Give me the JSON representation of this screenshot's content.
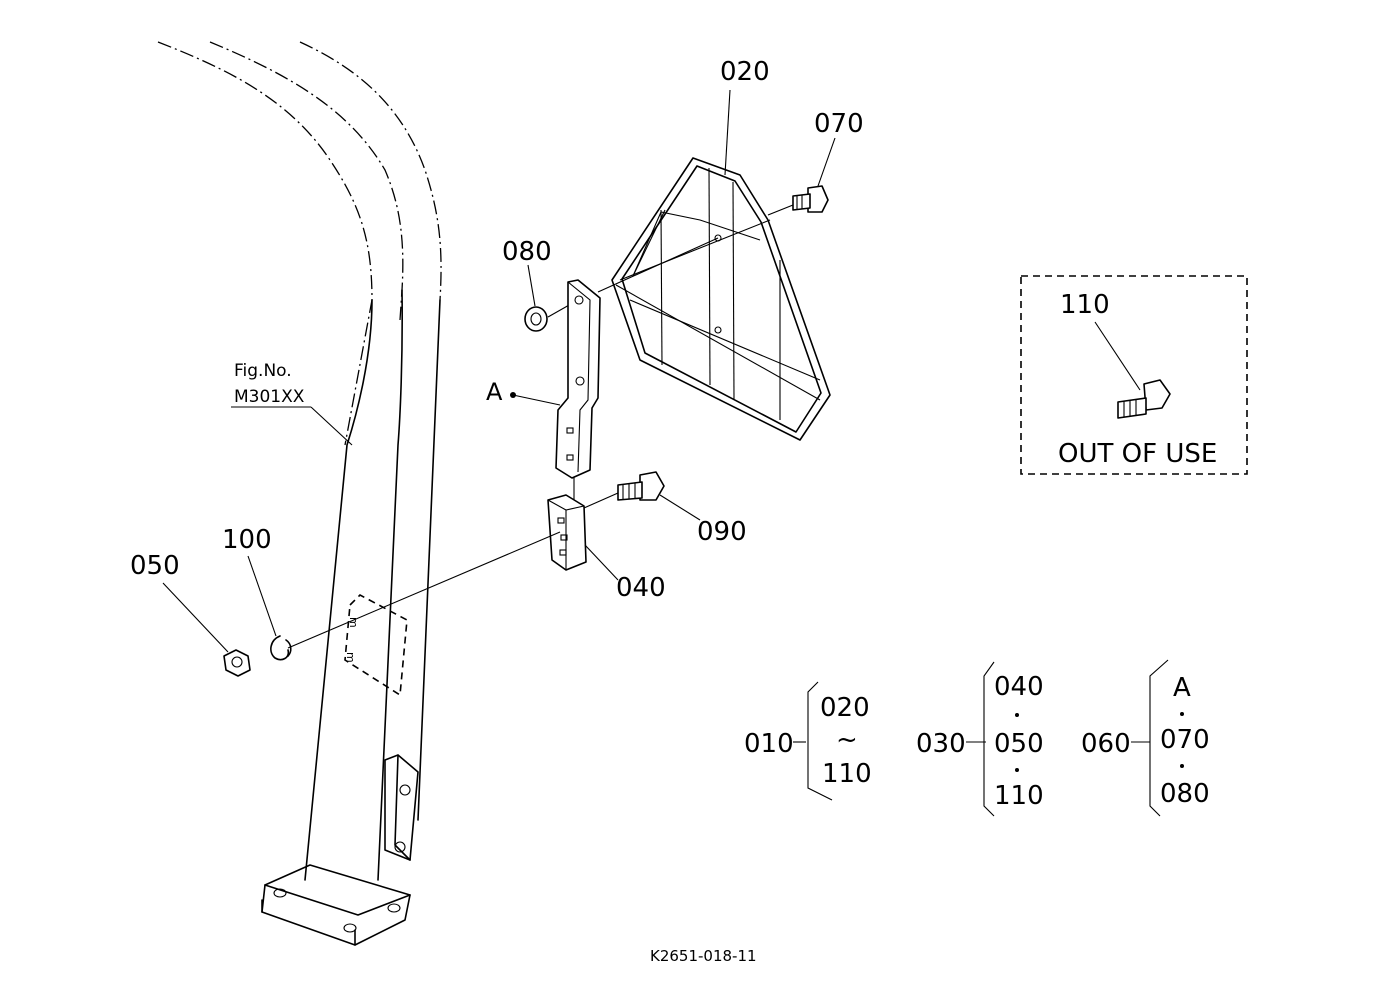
{
  "parts": {
    "p020": "020",
    "p070": "070",
    "p080": "080",
    "p110_box": "110",
    "out_of_use": "OUT OF USE",
    "p090": "090",
    "p040": "040",
    "p100": "100",
    "p050": "050",
    "point_a": "A"
  },
  "fig_ref": {
    "label": "Fig.No.",
    "number": "M301XX"
  },
  "groups": {
    "g010": {
      "id": "010",
      "top": "020",
      "sep": "~",
      "bottom": "110"
    },
    "g030": {
      "id": "030",
      "top": "040",
      "mid": "050",
      "bottom": "110"
    },
    "g060": {
      "id": "060",
      "top": "A",
      "mid": "070",
      "bottom": "080"
    }
  },
  "drawing_code": "K2651-018-11"
}
